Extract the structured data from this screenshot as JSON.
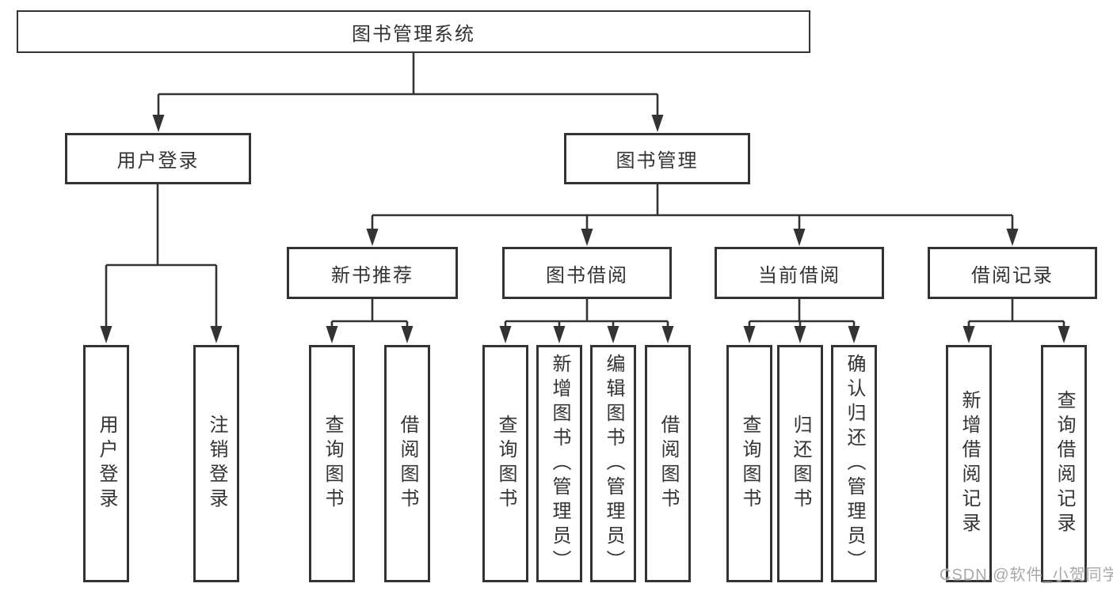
{
  "diagram_type": "hierarchy-tree",
  "colors": {
    "line": "#333333",
    "box_border": "#333333",
    "text": "#333333",
    "background": "#ffffff",
    "watermark": "#a8a8a8"
  },
  "tree": {
    "label": "图书管理系统",
    "children": [
      {
        "label": "用户登录",
        "children": [
          {
            "label": "用户登录"
          },
          {
            "label": "注销登录"
          }
        ]
      },
      {
        "label": "图书管理",
        "children": [
          {
            "label": "新书推荐",
            "children": [
              {
                "label": "查询图书"
              },
              {
                "label": "借阅图书"
              }
            ]
          },
          {
            "label": "图书借阅",
            "children": [
              {
                "label": "查询图书"
              },
              {
                "label": "新增图书（管理员）"
              },
              {
                "label": "编辑图书（管理员）"
              },
              {
                "label": "借阅图书"
              }
            ]
          },
          {
            "label": "当前借阅",
            "children": [
              {
                "label": "查询图书"
              },
              {
                "label": "归还图书"
              },
              {
                "label": "确认归还（管理员）"
              }
            ]
          },
          {
            "label": "借阅记录",
            "children": [
              {
                "label": "新增借阅记录"
              },
              {
                "label": "查询借阅记录"
              }
            ]
          }
        ]
      }
    ]
  },
  "watermark": {
    "text": "CSDN @软件_小贺同学"
  }
}
